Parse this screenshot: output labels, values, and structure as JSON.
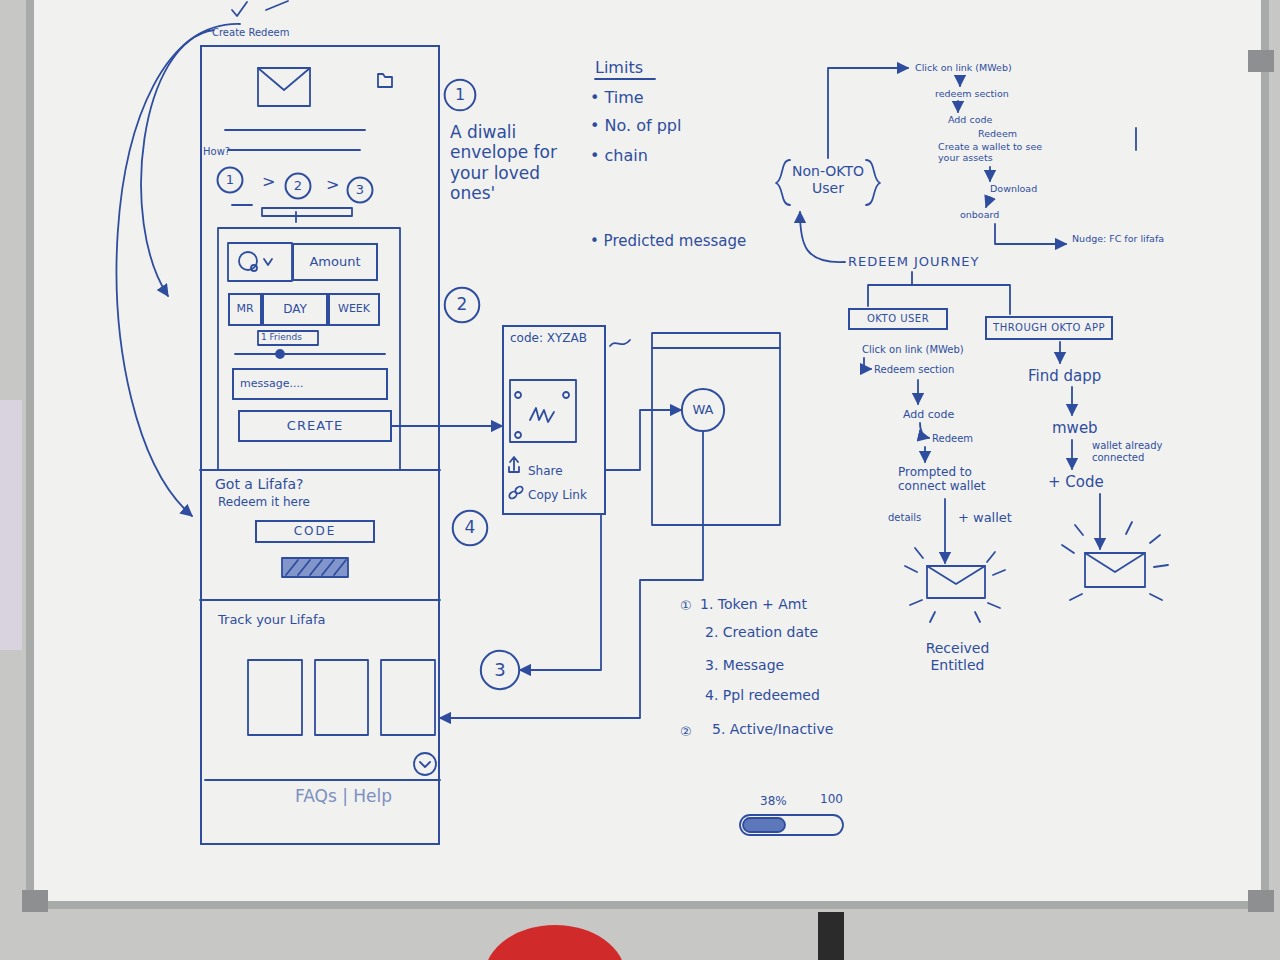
{
  "diagram": {
    "nodes": [
      {
        "text": [
          "Create Redeem"
        ]
      },
      {
        "text": [
          "1"
        ],
        "in": 0
      },
      {
        "text": [
          "2"
        ],
        "in": 0
      },
      {
        "text": [
          "3"
        ],
        "in": 0
      },
      {
        "text": [
          "Amount"
        ],
        "in": 0
      },
      {
        "text": [
          "MR"
        ],
        "in": 0
      },
      {
        "text": [
          "DAY"
        ],
        "in": 0
      },
      {
        "text": [
          "WEEK"
        ],
        "in": 0
      },
      {
        "text": [
          "message...."
        ],
        "in": 0
      },
      {
        "text": [
          "CREATE"
        ],
        "in": 0
      },
      {
        "text": [
          "CODE"
        ],
        "in": 0
      },
      {
        "text": [
          "1"
        ]
      },
      {
        "text": [
          "2"
        ]
      },
      {
        "text": [
          "4"
        ]
      },
      {
        "text": [
          "3"
        ]
      },
      {
        "text": [
          "code: XYZAB",
          "Share",
          "Copy Link"
        ]
      },
      {
        "text": [
          "WA"
        ]
      },
      {
        "text": [
          "OKTO USER"
        ]
      },
      {
        "text": [
          "THROUGH OKTO APP"
        ]
      }
    ],
    "edges": [
      {
        "from": 9,
        "to": 15,
        "arrow": "to"
      },
      {
        "from": 15,
        "to": 16,
        "arrow": "to"
      },
      {
        "from": 15,
        "to": 14,
        "arrow": "to"
      },
      {
        "from": 16,
        "to": 0,
        "arrow": "to"
      }
    ],
    "labels": [
      "How?",
      ">",
      ">",
      "A diwali envelope for your loved ones'",
      "1 Friends",
      "Got a Lifafa?",
      "Redeem it here",
      "Track your Lifafa",
      "FAQs | Help",
      "Limits",
      "• Time",
      "• No. of ppl",
      "• chain",
      "• Predicted message",
      "①",
      "1. Token + Amt",
      "2. Creation date",
      "3. Message",
      "4. Ppl redeemed",
      "②",
      "5. Active/Inactive",
      "38%",
      "100",
      "Click on link (MWeb)",
      "redeem section",
      "Add code",
      "Redeem",
      "Create a wallet to see your assets",
      "Download",
      "onboard",
      "Nudge: FC for lifafa",
      "Non-OKTO User",
      "REDEEM JOURNEY",
      "Click on link (MWeb)",
      "Redeem section",
      "Add code",
      "Redeem",
      "Prompted to connect wallet",
      "details",
      "+ wallet",
      "Received Entitled",
      "Find dapp",
      "mweb",
      "wallet already connected",
      "+ Code"
    ]
  }
}
